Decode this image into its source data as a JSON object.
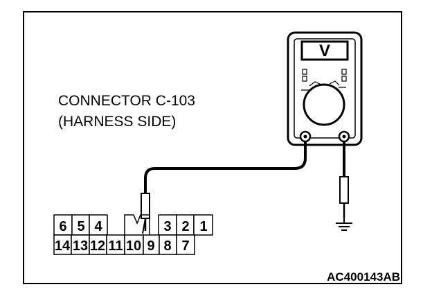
{
  "label": {
    "line1": "CONNECTOR C-103",
    "line2": "(HARNESS SIDE)"
  },
  "meter": {
    "display_symbol": "V"
  },
  "connector": {
    "top_row": [
      "6",
      "5",
      "4",
      "",
      "3",
      "2",
      "1"
    ],
    "bottom_row": [
      "14",
      "13",
      "12",
      "11",
      "10",
      "9",
      "8",
      "7"
    ],
    "probed_terminal": "10"
  },
  "figure_code": "AC400143AB",
  "icons": {
    "meter": "multimeter-icon",
    "ground": "ground-symbol-icon",
    "probe": "test-probe-icon"
  }
}
